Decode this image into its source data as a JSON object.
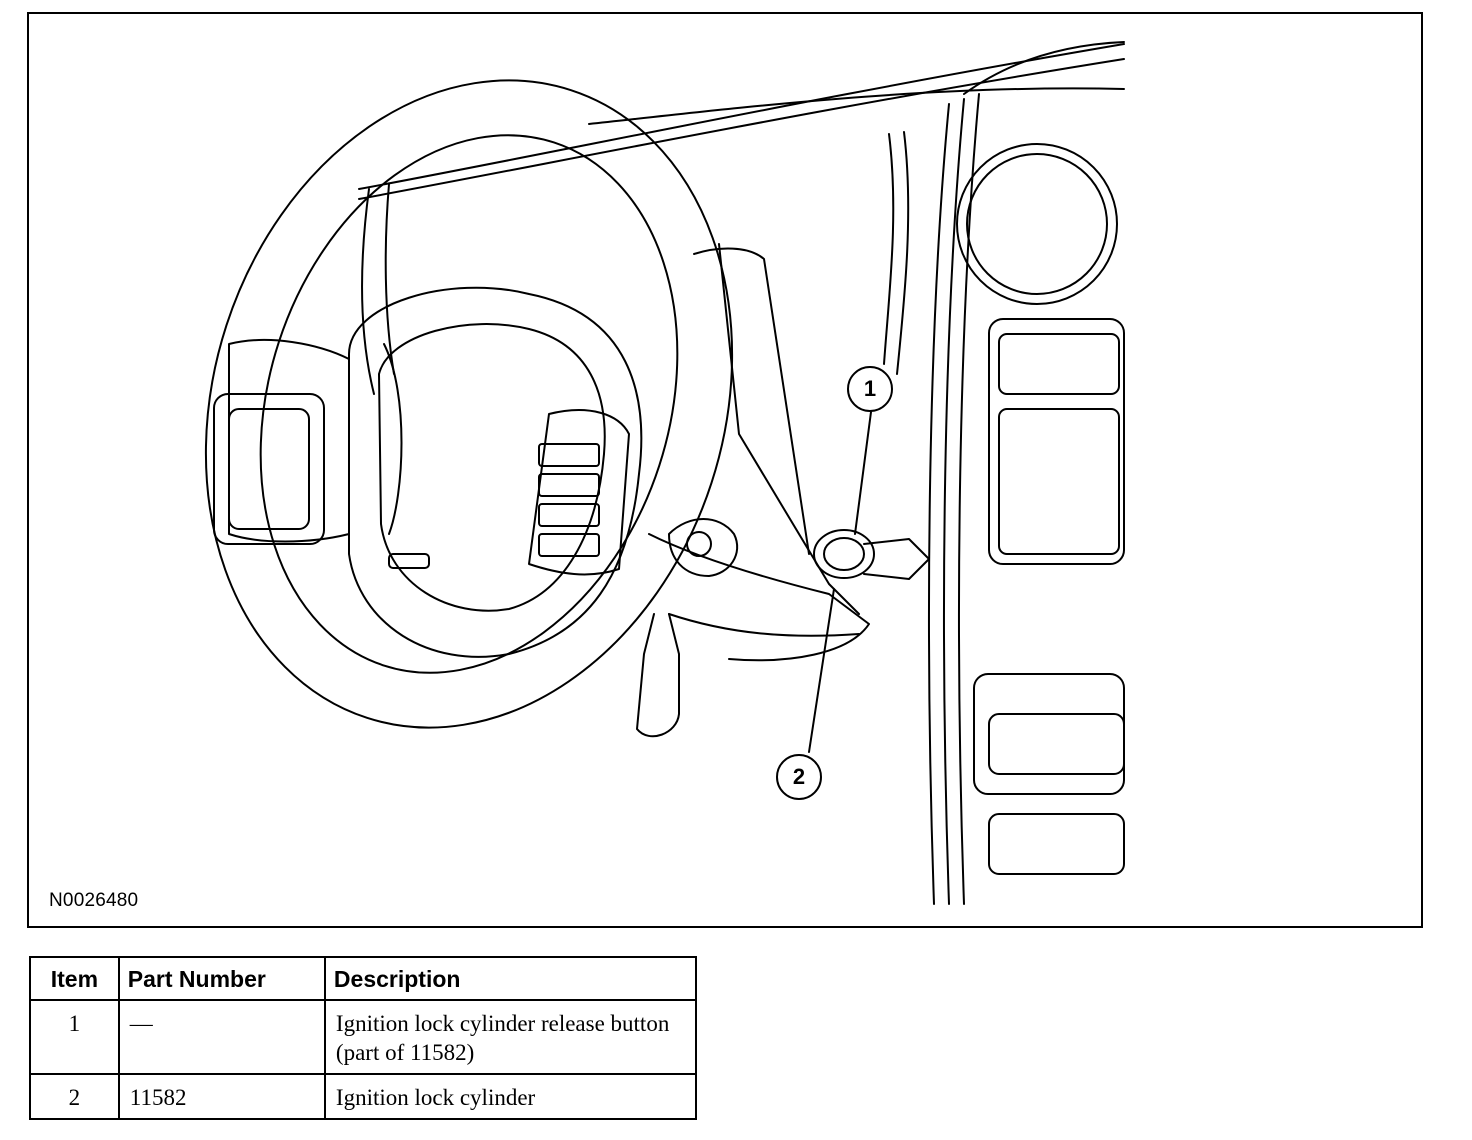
{
  "figure": {
    "id_label": "N0026480",
    "callouts": [
      "1",
      "2"
    ]
  },
  "parts_table": {
    "headers": [
      "Item",
      "Part Number",
      "Description"
    ],
    "rows": [
      {
        "item": "1",
        "part_number": "—",
        "description": "Ignition lock cylinder release button (part of 11582)"
      },
      {
        "item": "2",
        "part_number": "11582",
        "description": "Ignition lock cylinder"
      }
    ]
  }
}
